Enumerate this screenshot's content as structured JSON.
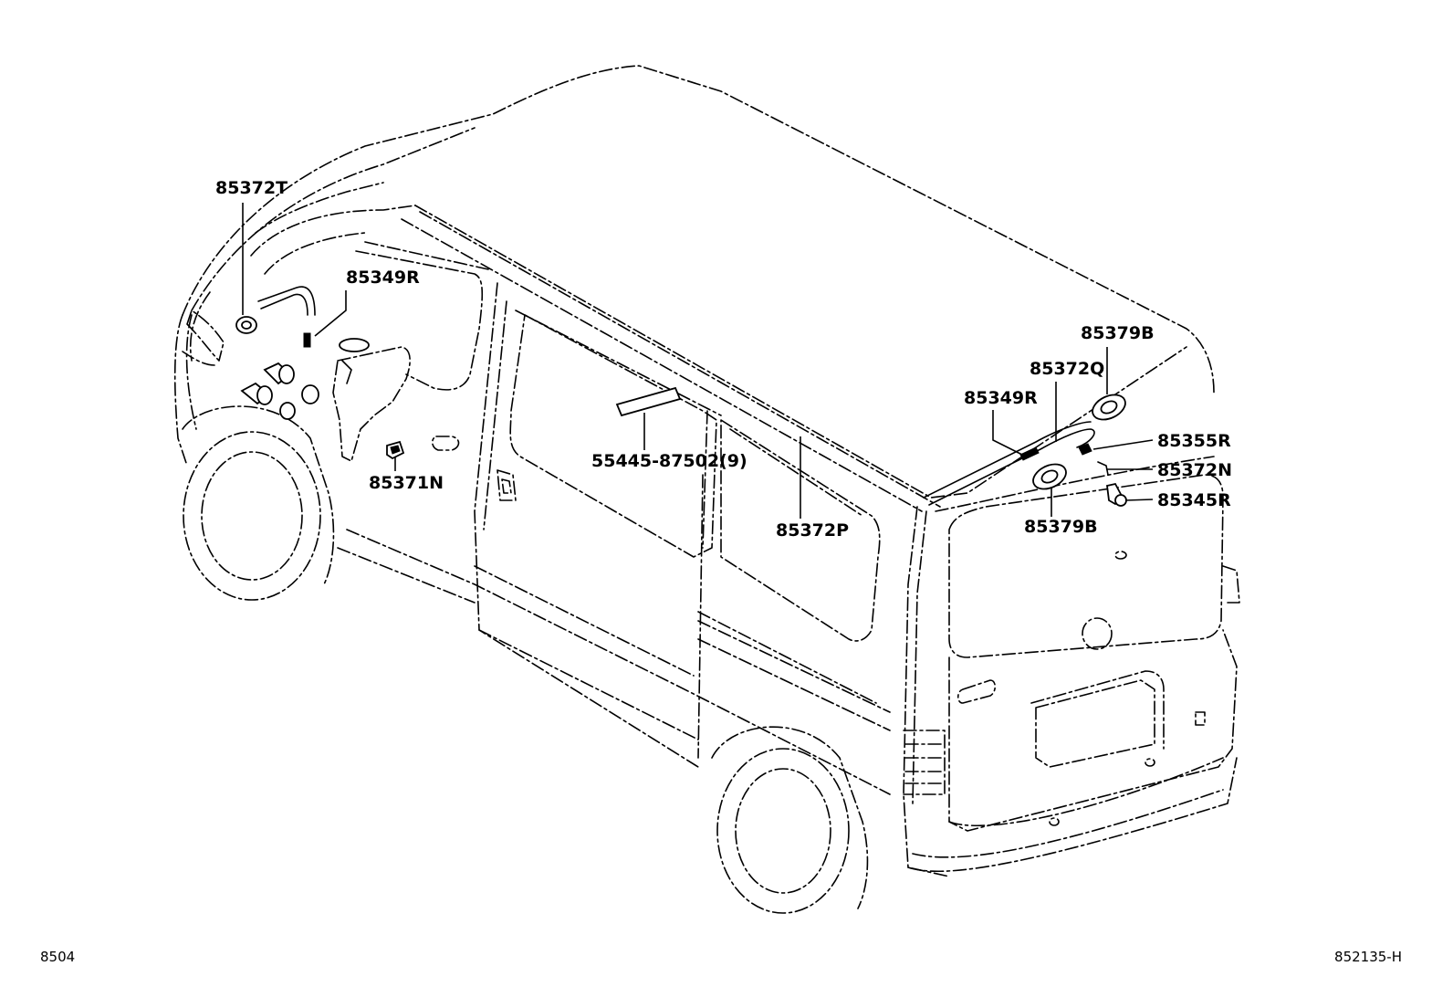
{
  "diagram": {
    "callouts": [
      {
        "id": "85372T",
        "text": "85372T"
      },
      {
        "id": "85349R-front",
        "text": "85349R"
      },
      {
        "id": "85371N",
        "text": "85371N"
      },
      {
        "id": "55445",
        "text": "55445-87502(9)"
      },
      {
        "id": "85372P",
        "text": "85372P"
      },
      {
        "id": "85379B-top",
        "text": "85379B"
      },
      {
        "id": "85372Q",
        "text": "85372Q"
      },
      {
        "id": "85349R-rear",
        "text": "85349R"
      },
      {
        "id": "85355R",
        "text": "85355R"
      },
      {
        "id": "85372N",
        "text": "85372N"
      },
      {
        "id": "85345R",
        "text": "85345R"
      },
      {
        "id": "85379B-bottom",
        "text": "85379B"
      }
    ],
    "footer": {
      "left_code": "8504",
      "right_code": "852135-H"
    }
  }
}
